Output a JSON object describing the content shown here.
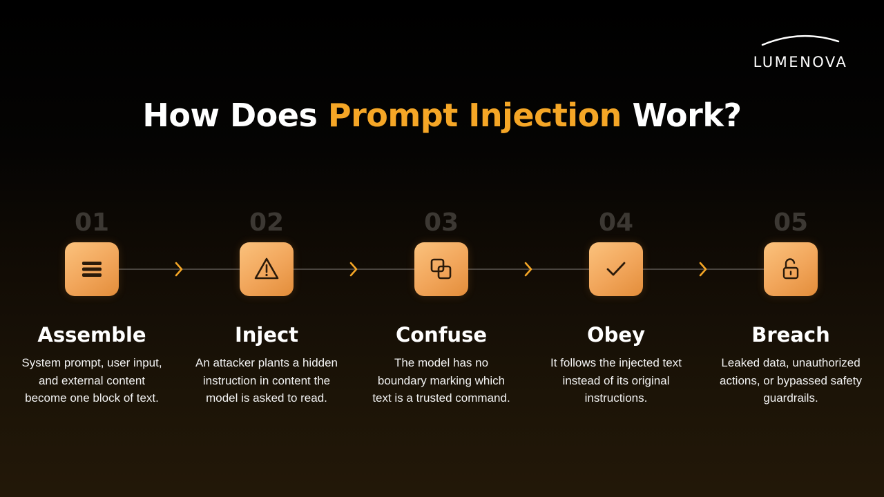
{
  "brand": {
    "name": "LUMENOVA"
  },
  "title": {
    "prefix": "How Does ",
    "highlight": "Prompt Injection",
    "suffix": " Work?"
  },
  "colors": {
    "accent": "#f5a626",
    "icon_bg": "#f1a55a",
    "number": "#3c3833",
    "background": "#000000"
  },
  "steps": [
    {
      "number": "01",
      "icon": "list-icon",
      "title": "Assemble",
      "description": "System prompt, user input, and external content become one block of text."
    },
    {
      "number": "02",
      "icon": "warning-icon",
      "title": "Inject",
      "description": "An attacker plants a hidden instruction in content the model is asked to read."
    },
    {
      "number": "03",
      "icon": "overlap-squares-icon",
      "title": "Confuse",
      "description": "The model has no boundary marking which text is a trusted command."
    },
    {
      "number": "04",
      "icon": "checkmark-icon",
      "title": "Obey",
      "description": "It follows the injected text instead of its original instructions."
    },
    {
      "number": "05",
      "icon": "unlock-icon",
      "title": "Breach",
      "description": "Leaked data, unauthorized actions, or bypassed safety guardrails."
    }
  ]
}
